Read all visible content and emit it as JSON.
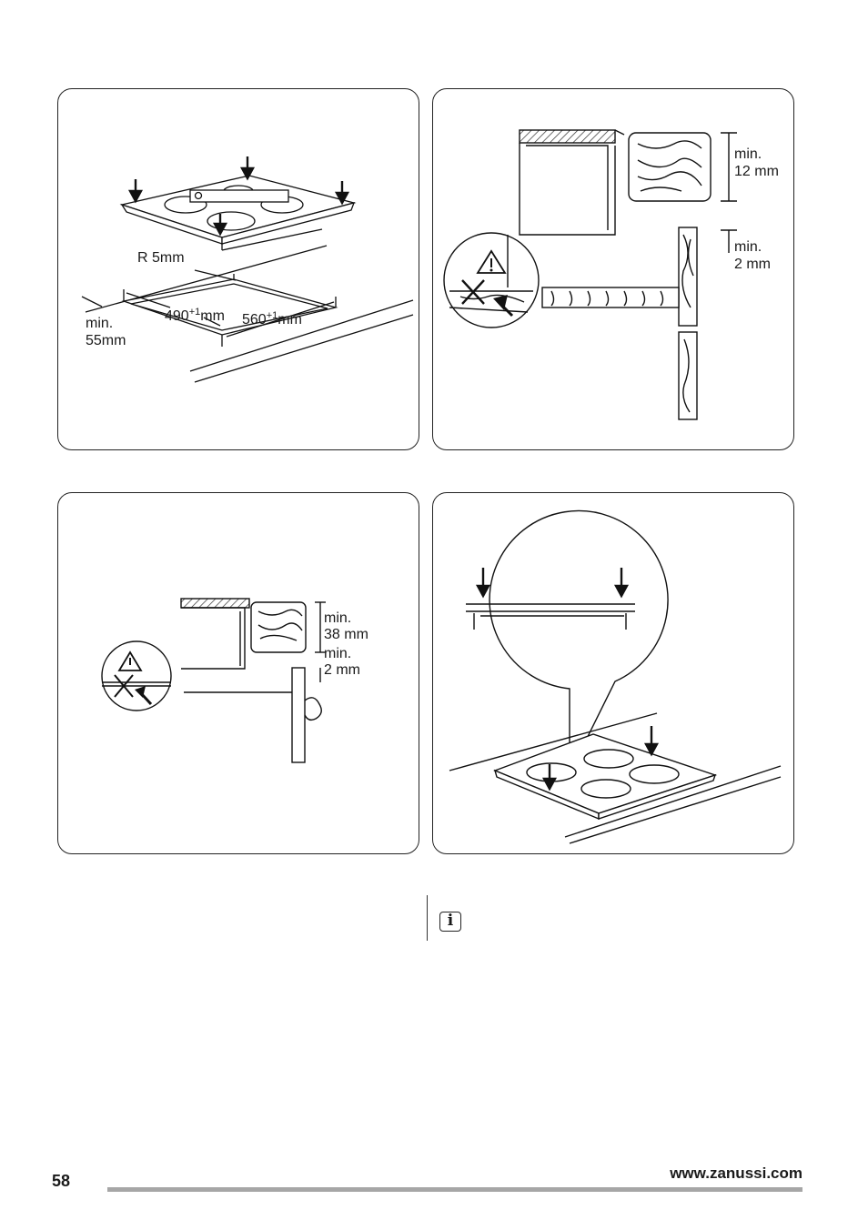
{
  "panels": {
    "cutout": {
      "radius_label": "R 5mm",
      "min_label": "min.",
      "min_value": "55mm",
      "depth_value": "490",
      "width_value": "560",
      "tolerance": "+1",
      "unit": "mm"
    },
    "clearance_side": {
      "top_min": "min.",
      "top_value": "12 mm",
      "bottom_min": "min.",
      "bottom_value": "2 mm",
      "warning_icon": "warning-triangle-icon"
    },
    "clearance_front": {
      "top_min": "min.",
      "top_value": "38 mm",
      "bottom_min": "min.",
      "bottom_value": "2 mm",
      "warning_icon": "warning-triangle-icon"
    },
    "install": {
      "detail_icon": "magnifier-callout-icon"
    }
  },
  "info_note": {
    "icon": "information-icon",
    "glyph": "i"
  },
  "footer": {
    "page_number": "58",
    "website": "www.zanussi.com"
  }
}
